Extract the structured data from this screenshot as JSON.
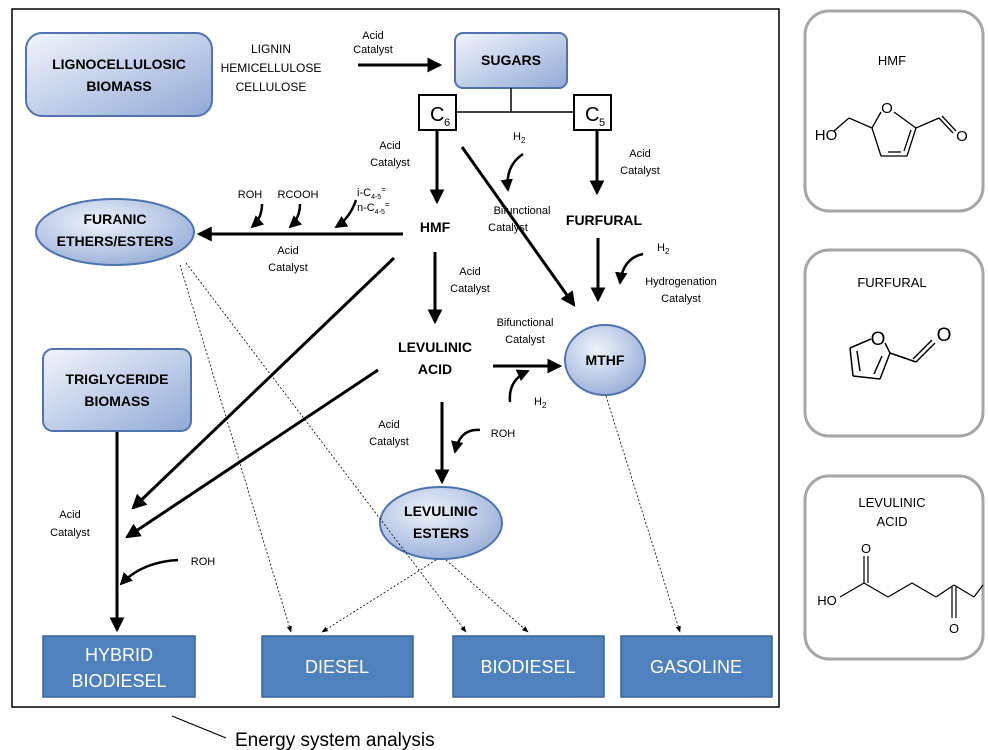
{
  "nodes": {
    "lignocellulosic_biomass": [
      "LIGNOCELLULOSIC",
      "BIOMASS"
    ],
    "biomass_components": [
      "LIGNIN",
      "HEMICELLULOSE",
      "CELLULOSE"
    ],
    "sugars": "SUGARS",
    "c6": "C",
    "c6_sub": "6",
    "c5": "C",
    "c5_sub": "5",
    "hmf": "HMF",
    "furfural": "FURFURAL",
    "furanic_ethers_esters": [
      "FURANIC",
      "ETHERS/ESTERS"
    ],
    "levulinic_acid": [
      "LEVULINIC",
      "ACID"
    ],
    "mthf": "MTHF",
    "triglyceride_biomass": [
      "TRIGLYCERIDE",
      "BIOMASS"
    ],
    "levulinic_esters": [
      "LEVULINIC",
      "ESTERS"
    ]
  },
  "products": {
    "hybrid_biodiesel": [
      "HYBRID",
      "BIODIESEL"
    ],
    "diesel": "DIESEL",
    "biodiesel": "BIODIESEL",
    "gasoline": "GASOLINE"
  },
  "labels": {
    "acid": "Acid",
    "catalyst": "Catalyst",
    "bifunctional": "Bifunctional",
    "hydrogenation": "Hydrogenation",
    "h": "H",
    "h_sub": "2",
    "roh": "ROH",
    "rcooh": "RCOOH",
    "i_c45": "i-C",
    "n_c45": "n-C",
    "c45_sub": "4-5",
    "c45_eq": "="
  },
  "structures": {
    "hmf_title": "HMF",
    "furfural_title": "FURFURAL",
    "levulinic_title": [
      "LEVULINIC",
      "ACID"
    ],
    "atom_o": "O",
    "atom_ho": "HO"
  },
  "caption": "Energy system analysis",
  "colors": {
    "node_fill_light": "#dce6f4",
    "node_fill_dark": "#9db4da",
    "node_stroke": "#4f73ae",
    "product_fill": "#4f81bd",
    "product_stroke": "#3a6496",
    "panel_stroke": "#a6a6a6"
  }
}
